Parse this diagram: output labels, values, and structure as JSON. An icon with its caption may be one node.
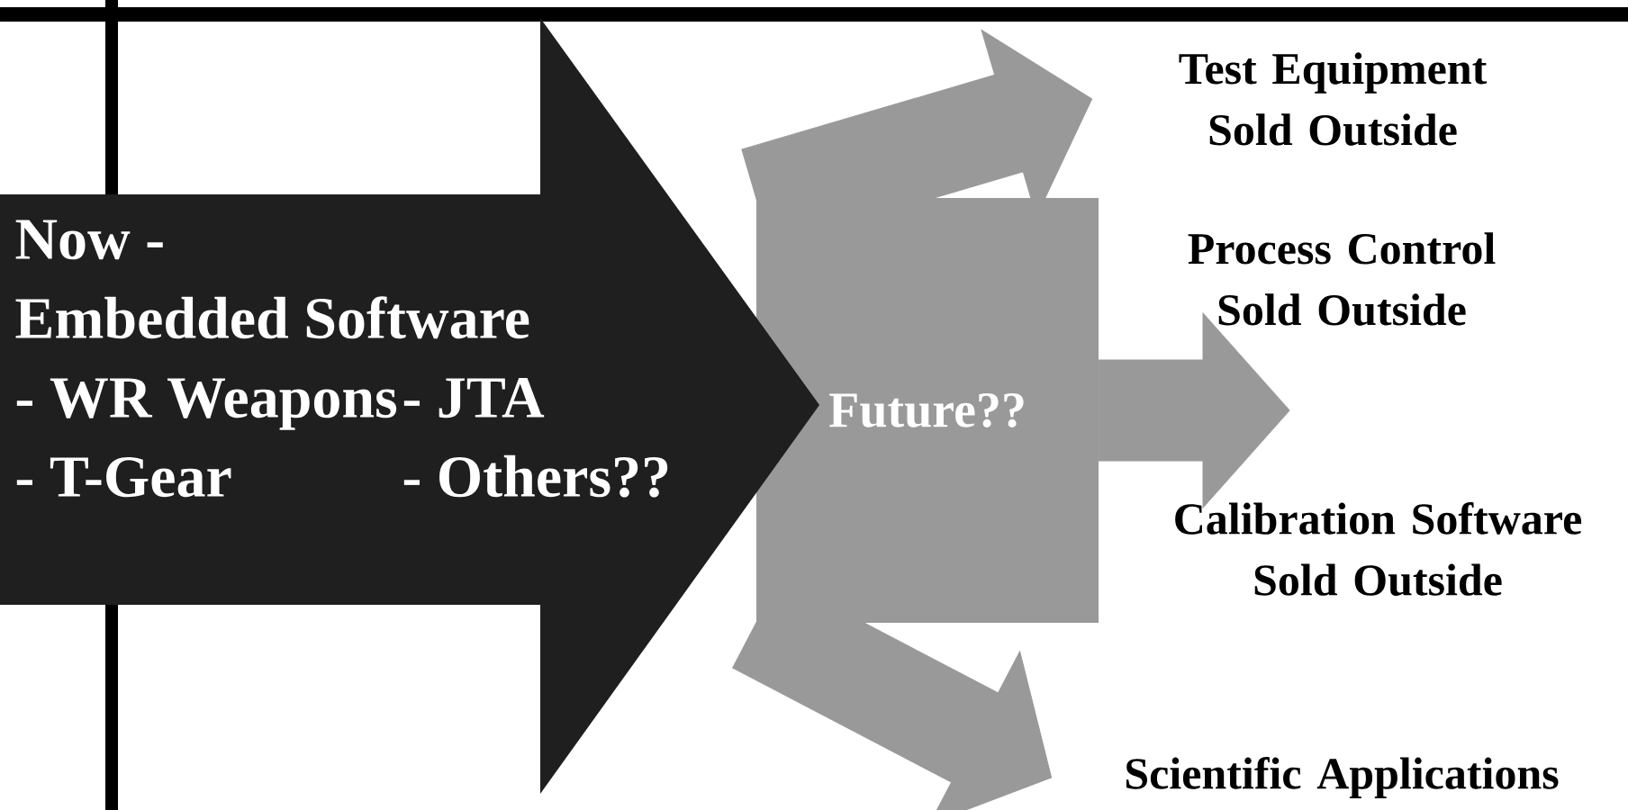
{
  "diagram": {
    "nodes": [
      {
        "text": [
          "Now -",
          "Embedded Software",
          "- WR Weapons",
          "- JTA",
          "- T-Gear",
          "- Others??"
        ]
      },
      {
        "text": [
          "Future??"
        ]
      },
      {
        "text": [
          "Test Equipment Sold Outside"
        ]
      },
      {
        "text": [
          "Process Control Sold Outside"
        ]
      },
      {
        "text": [
          "Calibration Software Sold Outside"
        ]
      },
      {
        "text": [
          "Scientific Applications"
        ]
      }
    ],
    "edges": [
      {
        "from": 1,
        "to": 2,
        "arrow": "to"
      },
      {
        "from": 1,
        "to": null,
        "arrow": "to"
      },
      {
        "from": 1,
        "to": 5,
        "arrow": "to"
      }
    ]
  }
}
